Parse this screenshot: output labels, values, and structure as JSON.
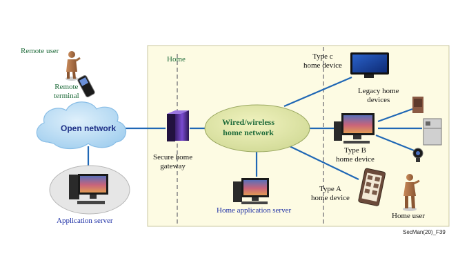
{
  "zone": {
    "home": "Home"
  },
  "nodes": {
    "remote_user": "Remote user",
    "remote_terminal": [
      "Remote",
      "terminal"
    ],
    "open_network": "Open network",
    "application_server": "Application server",
    "secure_home_gateway": [
      "Secure home",
      "gateway"
    ],
    "home_network": [
      "Wired/wireless",
      "home network"
    ],
    "home_application_server": "Home application server",
    "type_c": [
      "Type c",
      "home device"
    ],
    "legacy": [
      "Legacy home",
      "devices"
    ],
    "type_b": [
      "Type B",
      "home device"
    ],
    "type_a": [
      "Type A",
      "home device"
    ],
    "home_user": "Home user"
  },
  "figure_id": "SecMan(20)_F39"
}
